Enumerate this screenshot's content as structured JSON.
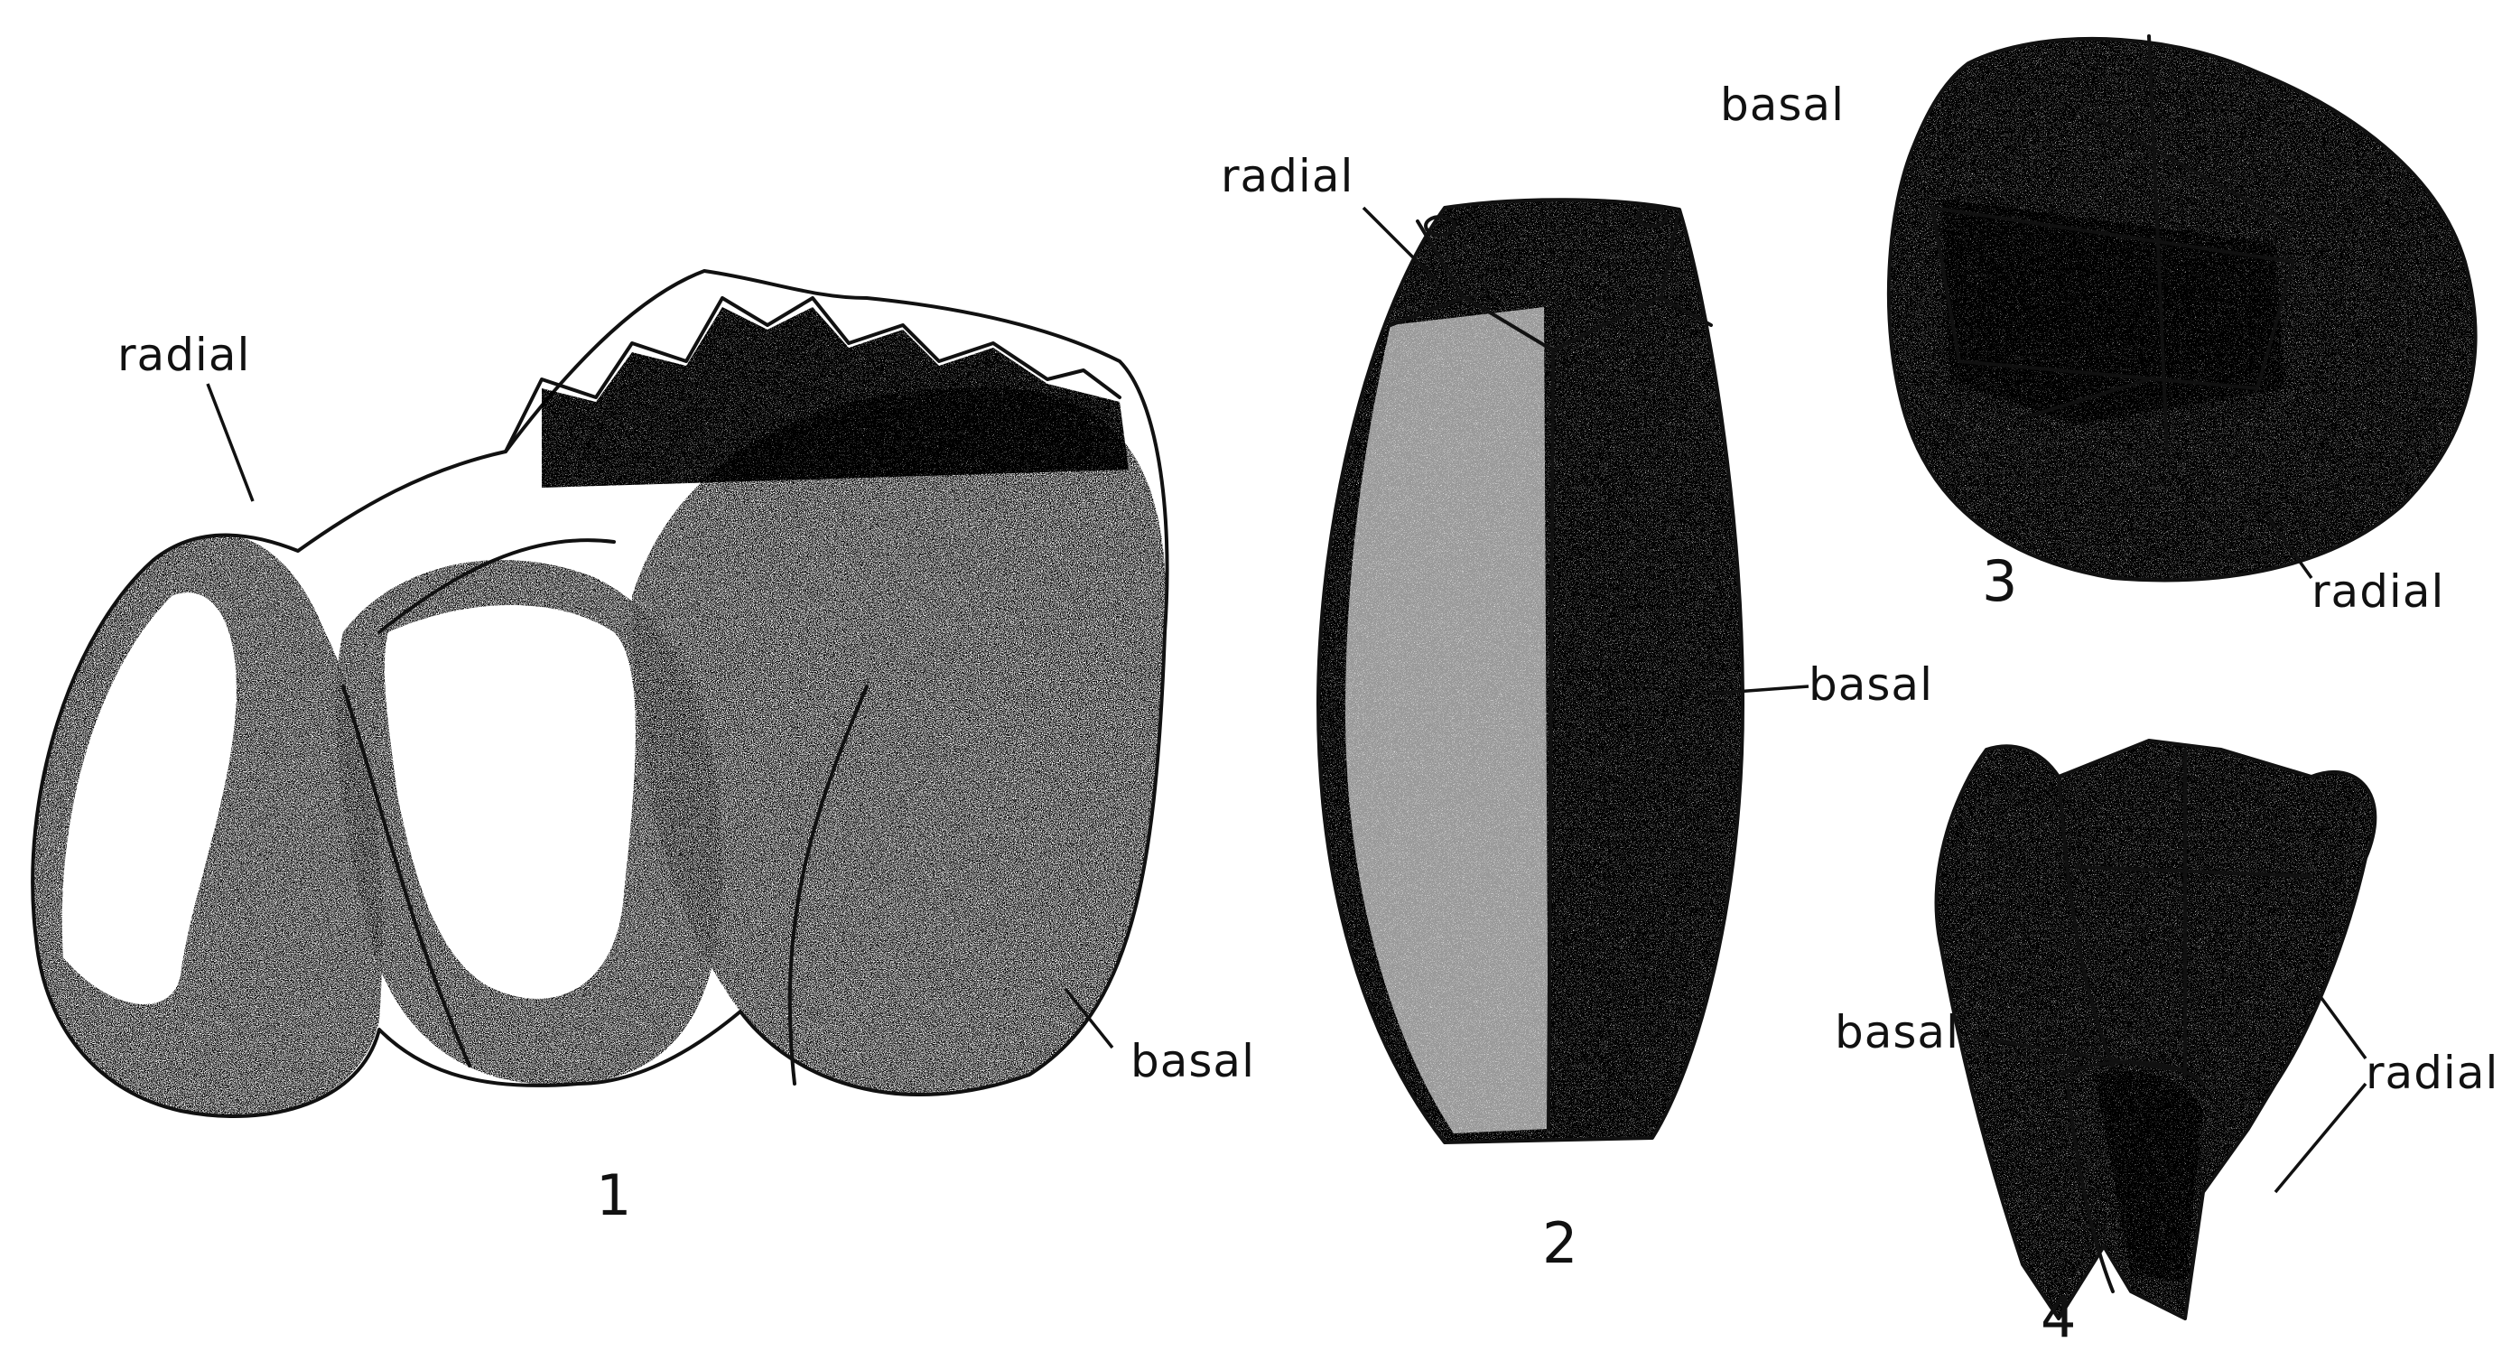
{
  "figures": [
    {
      "number": "1",
      "labels": {
        "radial": "radial",
        "basal": "basal"
      }
    },
    {
      "number": "2",
      "labels": {
        "radial": "radial",
        "basal": "basal"
      }
    },
    {
      "number": "3",
      "labels": {
        "basal": "basal",
        "radial": "radial"
      }
    },
    {
      "number": "4",
      "labels": {
        "basal": "basal",
        "radial": "radial"
      }
    }
  ]
}
